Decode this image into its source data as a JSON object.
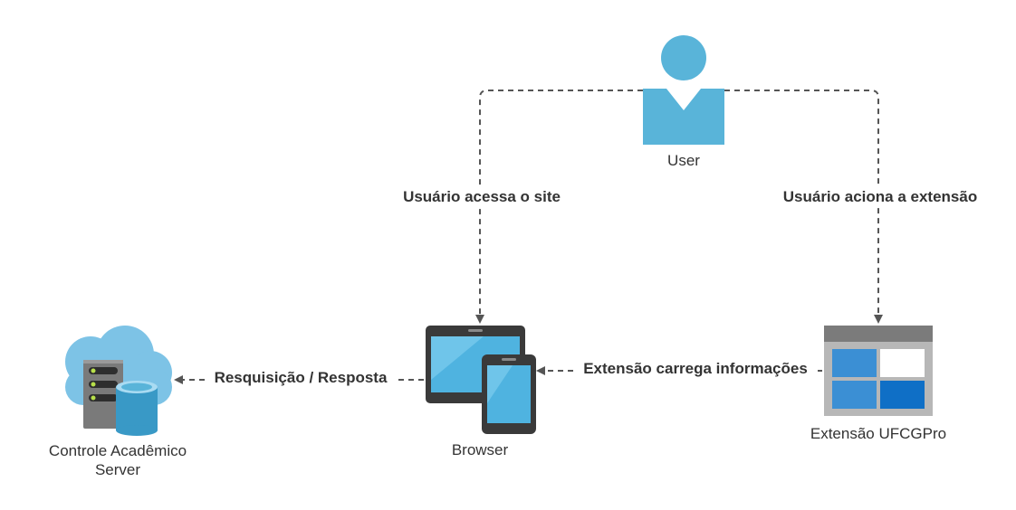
{
  "nodes": {
    "user": {
      "label": "User",
      "icon": "user-icon"
    },
    "browser": {
      "label": "Browser",
      "icon": "devices-icon"
    },
    "extension": {
      "label": "Extensão UFCGPro",
      "icon": "browser-window-icon"
    },
    "server": {
      "label_line1": "Controle Acadêmico",
      "label_line2": "Server",
      "icon": "cloud-server-database-icon"
    }
  },
  "edges": {
    "user_to_browser": {
      "label": "Usuário acessa o site"
    },
    "user_to_extension": {
      "label": "Usuário aciona a extensão"
    },
    "browser_to_server": {
      "label": "Resquisição / Resposta"
    },
    "extension_to_browser": {
      "label": "Extensão carrega informações"
    }
  },
  "colors": {
    "user_blue": "#59b4d9",
    "line": "#555555",
    "text": "#333333",
    "device_frame": "#3a3a3a",
    "device_screen": "#4fb3e0",
    "cloud": "#7dc3e6",
    "server_gray": "#7a7a7a",
    "db_blue": "#3999c6",
    "window_gray": "#b7b7b7",
    "tile_blue": "#3b8fd4",
    "tile_dark": "#0f6fc6"
  }
}
